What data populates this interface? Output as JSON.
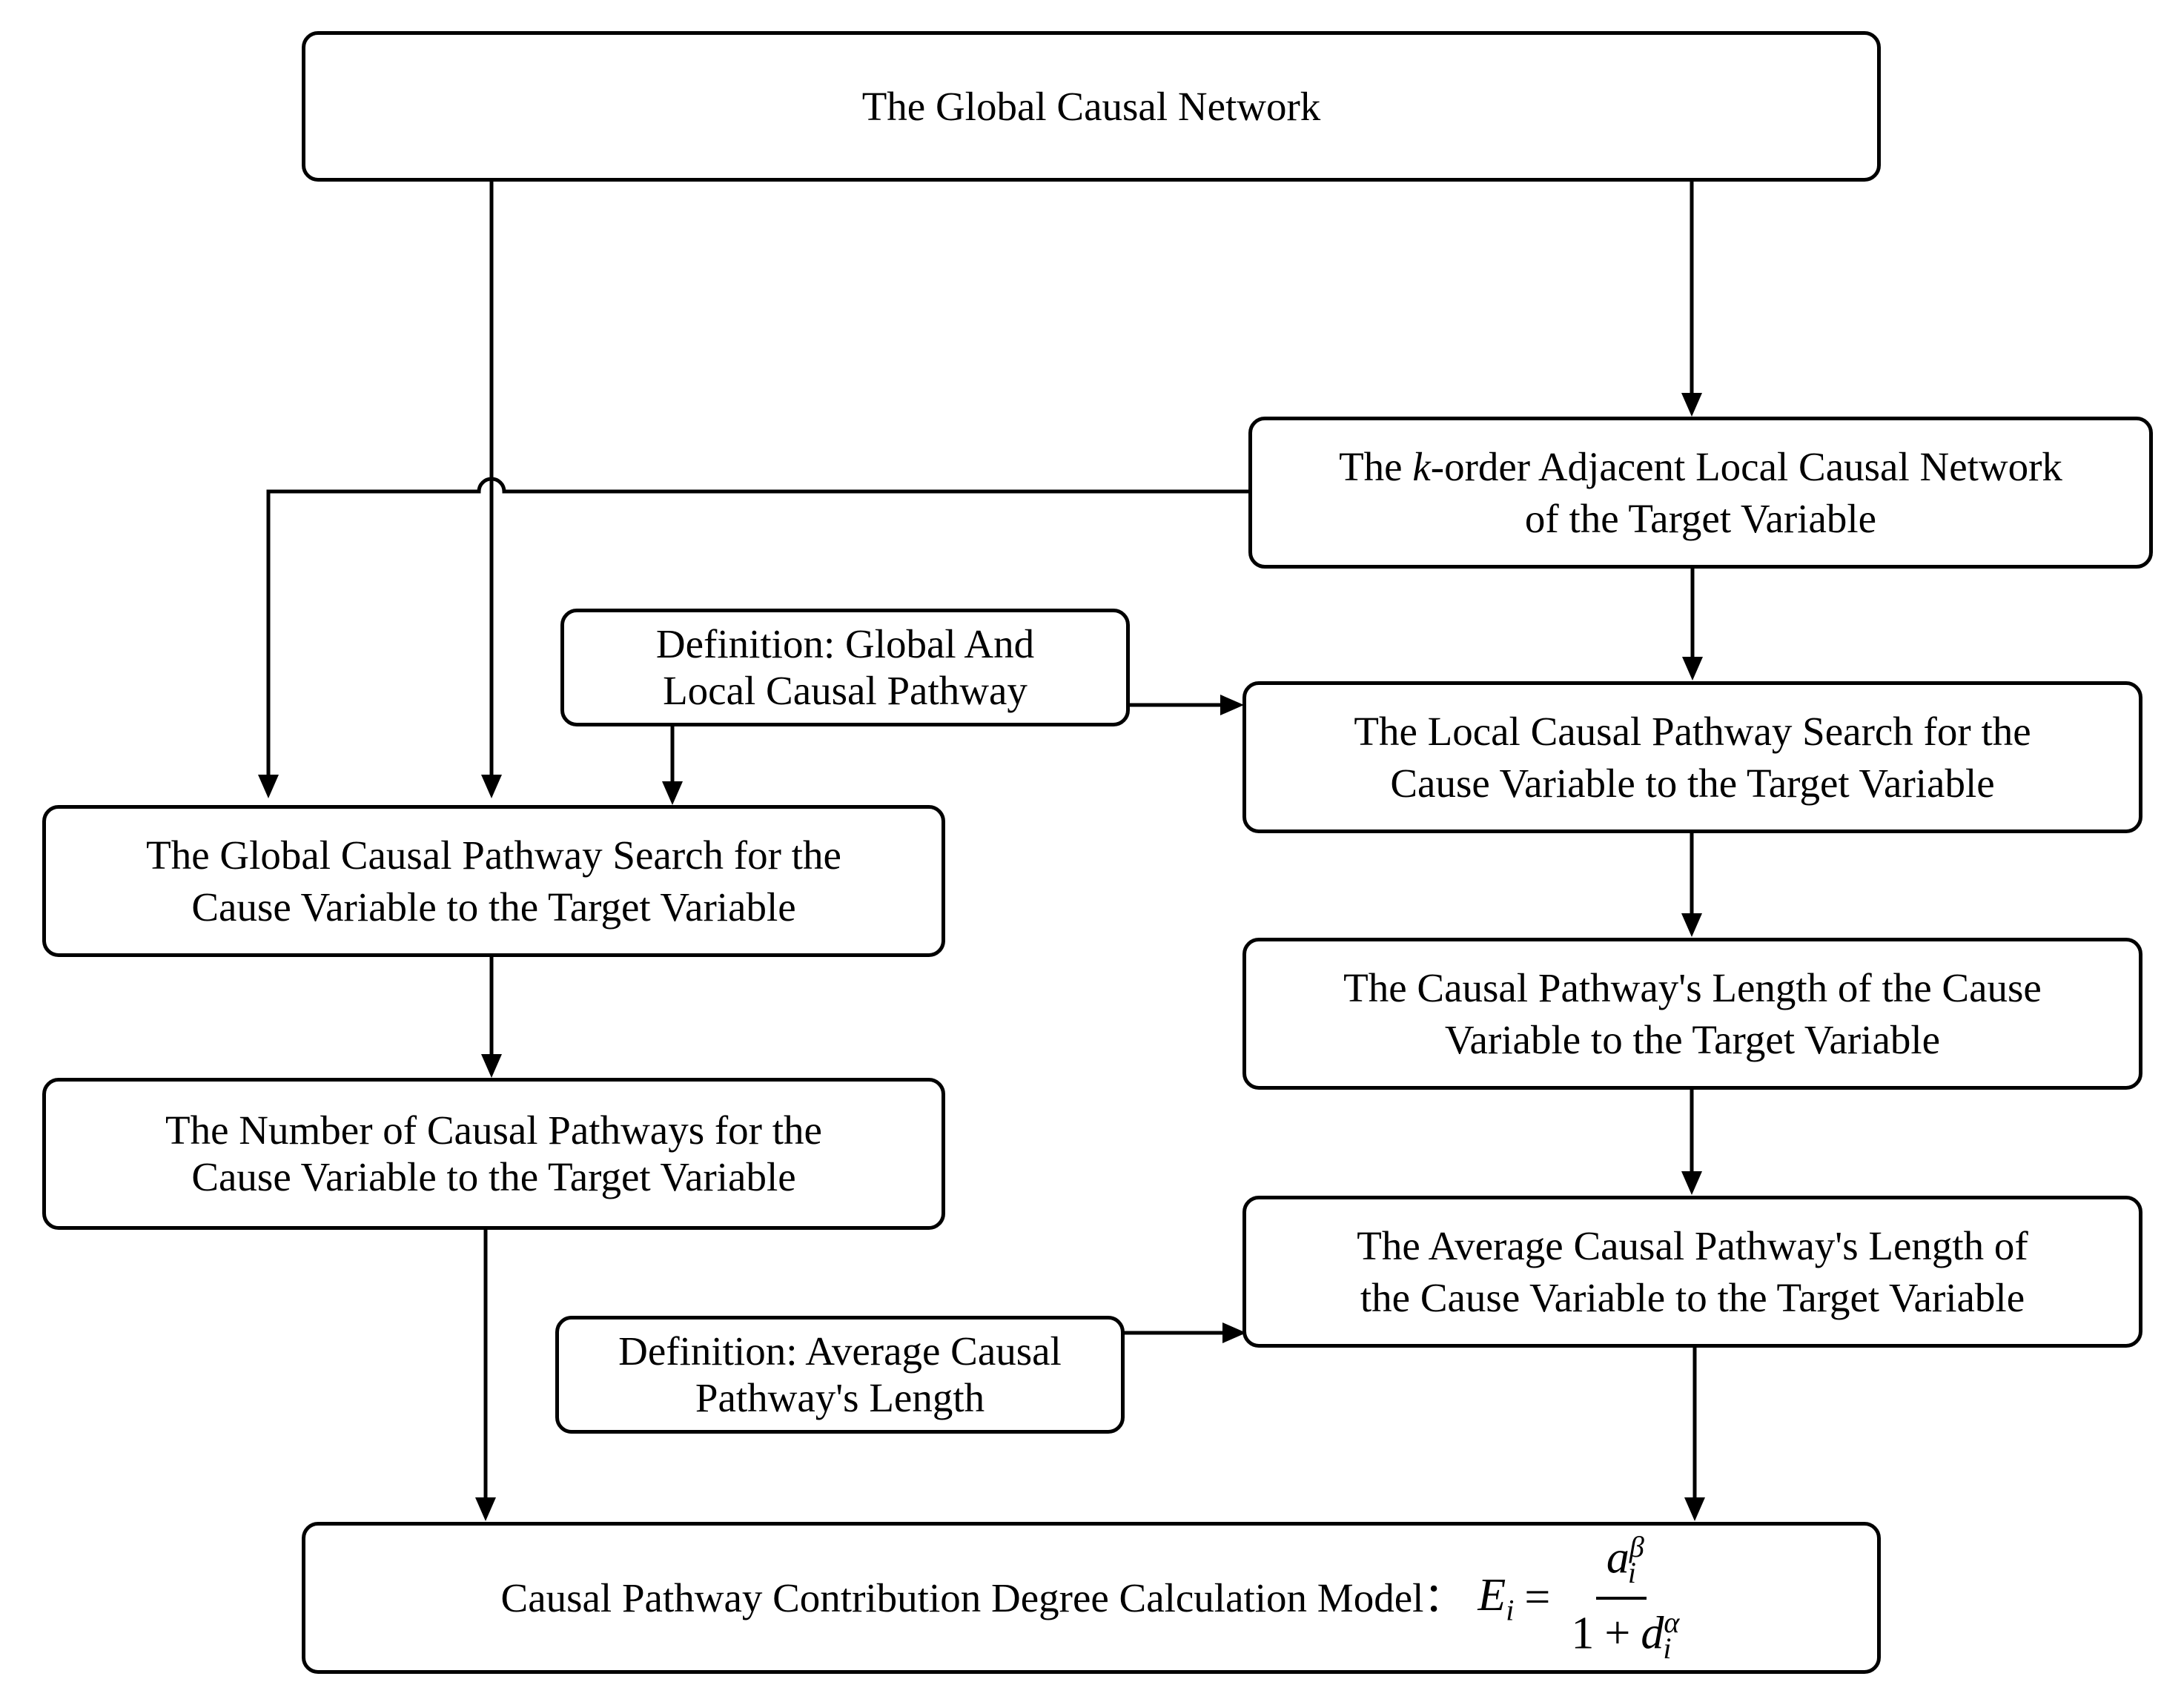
{
  "nodes": {
    "global_network": "The Global Causal Network",
    "k_order_prefix": "The ",
    "k_order_k": "k",
    "k_order_suffix": "-order Adjacent Local Causal Network\nof the Target Variable",
    "def_pathway": "Definition: Global And\nLocal Causal Pathway",
    "local_search": "The Local Causal Pathway Search for the\nCause Variable to the Target Variable",
    "global_search": "The Global Causal Pathway Search for the\nCause Variable to the Target Variable",
    "pathway_length": "The Causal Pathway's Length of the Cause\nVariable to the Target Variable",
    "num_pathways": "The Number of Causal Pathways for the\nCause Variable to the Target Variable",
    "avg_length": "The Average Causal Pathway's Length of\nthe Cause Variable to the Target Variable",
    "def_avg": "Definition: Average Causal\nPathway's Length",
    "model_label": "Causal Pathway Contribution Degree Calculation Model："
  },
  "formula": {
    "lhs": "E",
    "lhs_sub": "i",
    "equals": "=",
    "num_base": "a",
    "num_sub": "i",
    "num_sup": "β",
    "den_one": "1",
    "den_plus": "+",
    "den_base": "d",
    "den_sub": "i",
    "den_sup": "α"
  }
}
